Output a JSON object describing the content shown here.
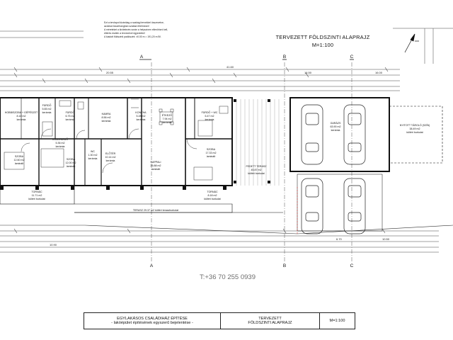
{
  "notes": [
    "Ezt a tervlapot kizárólag a szakági tervekkel összevetve,",
    "azokkal összehangban szabad értelmezni!",
    "A méreteket a kivitelezés során a helyszínen ellenőrizni kell,",
    "eltérés esetén a tervezővel egyeztetni!",
    "A kiadott földszinti padlószint: ±0.00 m = 191,20 m Bf."
  ],
  "title": {
    "line1": "TERVEZETT FÖLDSZINTI ALAPRAJZ",
    "line2": "M=1:100"
  },
  "axes": [
    "A",
    "B",
    "C"
  ],
  "rooms": [
    {
      "name": "HOBBISZOBA + GÉPÉSZET",
      "area": "8.18 m2",
      "floor": "kerámia"
    },
    {
      "name": "FÜRDŐ",
      "area": "5.65 m2",
      "floor": "kerámia"
    },
    {
      "name": "FÜRDŐ",
      "area": "6.75 m2",
      "floor": "kerámia"
    },
    {
      "name": "KAMRA",
      "area": "8.56 m2",
      "floor": "kerámia"
    },
    {
      "name": "KONYHA",
      "area": "5.28 m2",
      "floor": "kerámia"
    },
    {
      "name": "ÉTKEZŐ",
      "area": "7.94 m2",
      "floor": "kerámia"
    },
    {
      "name": "FÜRDŐ + WC",
      "area": "6.47 m2",
      "floor": "kerámia"
    },
    {
      "name": "KÖZLEKEDŐ",
      "area": "5.36 m2",
      "floor": "kerámia"
    },
    {
      "name": "SZOBA",
      "area": "12.60 m2",
      "floor": "laminált"
    },
    {
      "name": "SZOBA",
      "area": "12.00 m2",
      "floor": "laminált"
    },
    {
      "name": "WC",
      "area": "1.30 m2",
      "floor": "kerámia"
    },
    {
      "name": "ELŐTÉR",
      "area": "10.14 m2",
      "floor": "kerámia"
    },
    {
      "name": "NAPPALI",
      "area": "26.88 m2",
      "floor": "laminált"
    },
    {
      "name": "SZOBA",
      "area": "17.33 m2",
      "floor": "laminált"
    },
    {
      "name": "FEDETT TERASZ",
      "area": "45.87 m2",
      "floor": "kültéri burkolat"
    },
    {
      "name": "GARÁZS",
      "area": "63.90 m2",
      "floor": "kerámia"
    },
    {
      "name": "NYITOTT TÁROLÓ (SZÍN)",
      "area": "38.49 m2",
      "floor": "kültéri burkolat"
    },
    {
      "name": "TORNÁC",
      "area": "11.71 m2",
      "floor": "kültéri burkolat"
    },
    {
      "name": "TORNÁC",
      "area": "8.18 m2",
      "floor": "kültéri burkolat"
    }
  ],
  "terrace_label": "TERASZ 29.37 m2 kültéri teraszburkolat",
  "dimensions": {
    "total": "41.60",
    "segments_top": [
      "20.55",
      "16.50",
      "16.00"
    ],
    "segments_bottom": [
      "10.90",
      "6.70",
      "10.50"
    ]
  },
  "phone": "T:+36 70 255 0939",
  "title_block": {
    "project_line1": "EGYLAKÁSOS CSALÁDIHÁZ ÉPÍTÉSE",
    "project_line2": "- lakóépület építésének egyszerű bejelentése -",
    "sheet_line1": "TERVEZETT",
    "sheet_line2": "FÖLDSZINTI ALAPRAJZ",
    "scale": "M=1:100"
  },
  "colors": {
    "line": "#222222",
    "grid": "#555555",
    "phone": "#6d6d6d"
  }
}
